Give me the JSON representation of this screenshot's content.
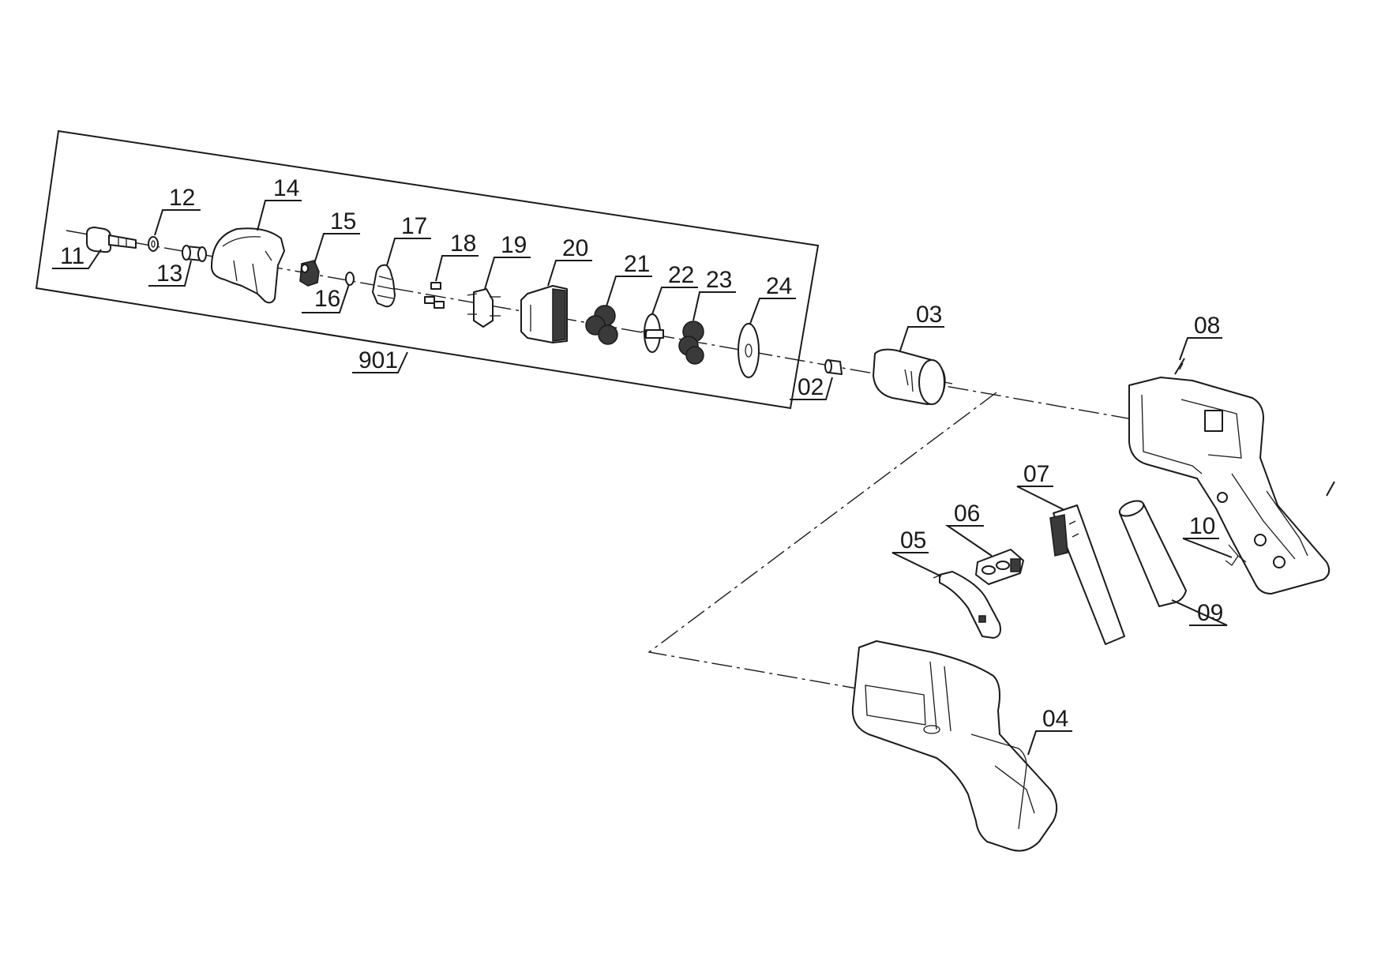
{
  "labels": {
    "p02": "02",
    "p03": "03",
    "p04": "04",
    "p05": "05",
    "p06": "06",
    "p07": "07",
    "p08": "08",
    "p09": "09",
    "p10": "10",
    "p11": "11",
    "p12": "12",
    "p13": "13",
    "p14": "14",
    "p15": "15",
    "p16": "16",
    "p17": "17",
    "p18": "18",
    "p19": "19",
    "p20": "20",
    "p21": "21",
    "p22": "22",
    "p23": "23",
    "p24": "24",
    "p901": "901"
  }
}
